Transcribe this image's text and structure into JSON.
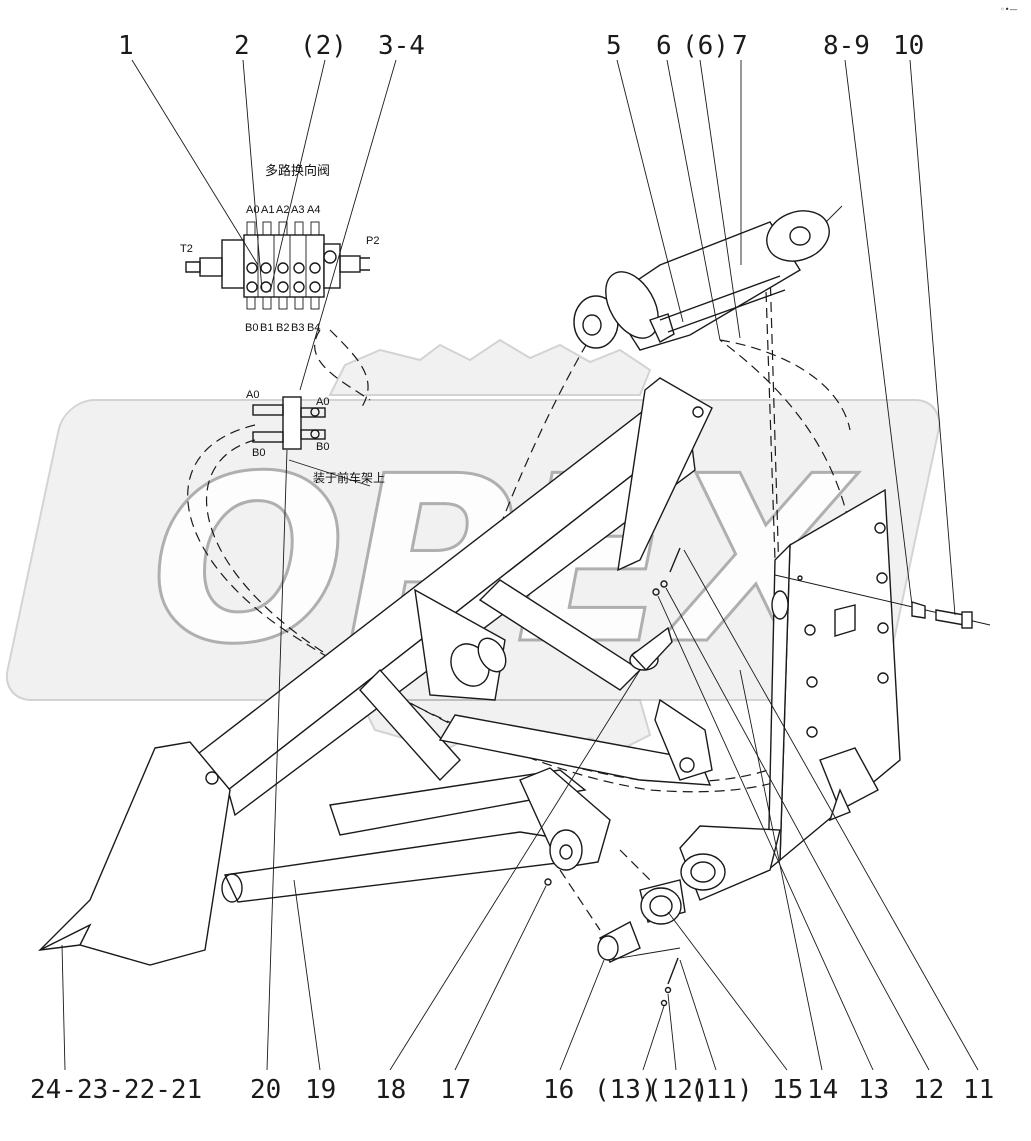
{
  "drawing": {
    "valve_title": "多路换向阀",
    "mount_note": "装于前车架上",
    "watermark_text": "OPEX",
    "corner_mark": "◦•—",
    "valve_ports_top": [
      "A0",
      "A1",
      "A2",
      "A3",
      "A4"
    ],
    "valve_ports_bottom": [
      "B0",
      "B1",
      "B2",
      "B3",
      "B4"
    ],
    "valve_side_left": "T2",
    "valve_side_right": "P2",
    "connector_left_top": "A0",
    "connector_left_bottom": "B0",
    "connector_right_top": "A0",
    "connector_right_bottom": "B0"
  },
  "callouts_top": [
    "1",
    "2",
    "(2)",
    "3-4",
    "5",
    "6",
    "(6)",
    "7",
    "8-9",
    "10"
  ],
  "callouts_bottom": [
    "24-23-22-21",
    "20",
    "19",
    "18",
    "17",
    "16",
    "(13)",
    "(12)",
    "(11)",
    "15",
    "14",
    "13",
    "12",
    "11"
  ]
}
